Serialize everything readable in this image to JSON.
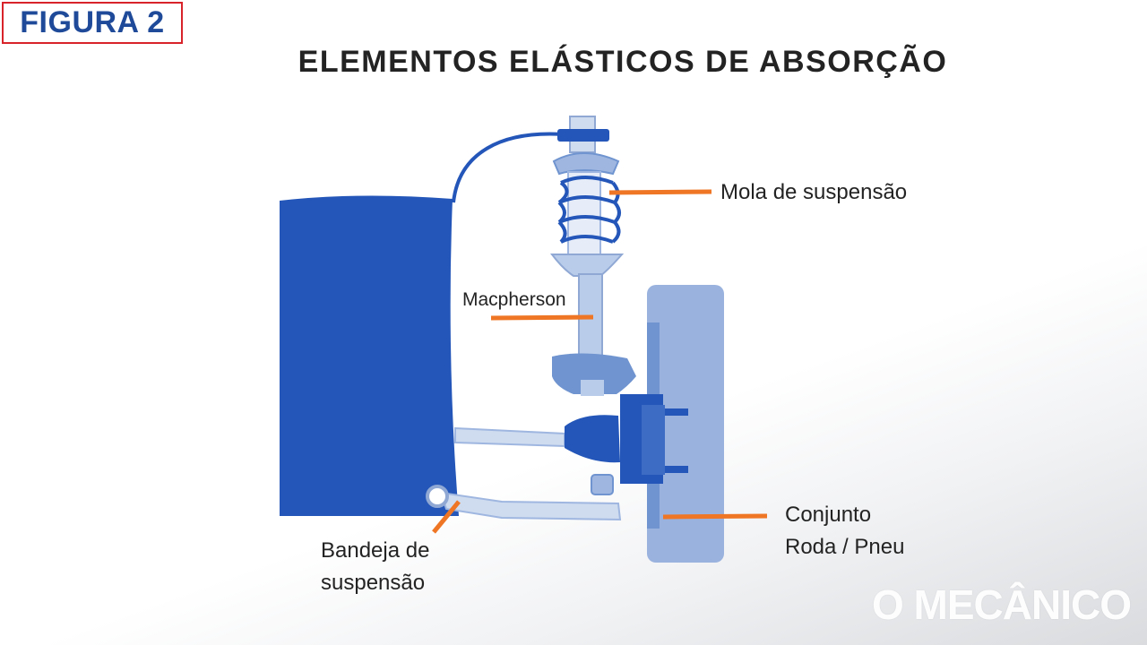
{
  "figure_label": "FIGURA 2",
  "title": "ELEMENTOS ELÁSTICOS DE ABSORÇÃO",
  "labels": {
    "spring": "Mola de suspensão",
    "strut": "Macpherson",
    "control_arm_line1": "Bandeja de",
    "control_arm_line2": "suspensão",
    "wheel_line1": "Conjunto",
    "wheel_line2": "Roda / Pneu"
  },
  "brand": "O MECÂNICO",
  "colors": {
    "blue_dark": "#2356b8",
    "blue_mid": "#6f94cf",
    "blue_light": "#b9cdea",
    "leader": "#ee7624",
    "border_red": "#d8232a"
  }
}
